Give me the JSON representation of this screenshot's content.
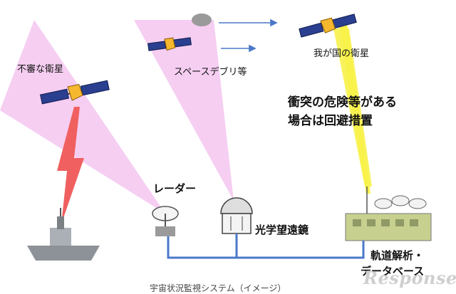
{
  "labels": {
    "suspicious_satellite": "不審な衛星",
    "space_debris": "スペースデブリ等",
    "own_satellite": "我が国の衛星",
    "warning_line1": "衝突の危険等がある",
    "warning_line2": "場合は回避措置",
    "radar": "レーダー",
    "optical_telescope": "光学望遠鏡",
    "orbit_analysis_line1": "軌道解析・",
    "orbit_analysis_line2": "データベース"
  },
  "watermark": "Response.",
  "footer_partial": "宇宙状況監視システム（イメージ）",
  "colors": {
    "beam_pink": "#f5c6f0",
    "beam_red": "#f06060",
    "beam_yellow": "#f7f24a",
    "network_line": "#4a78c8",
    "arrow": "#4a78c8",
    "debris": "#9a9a9a"
  }
}
